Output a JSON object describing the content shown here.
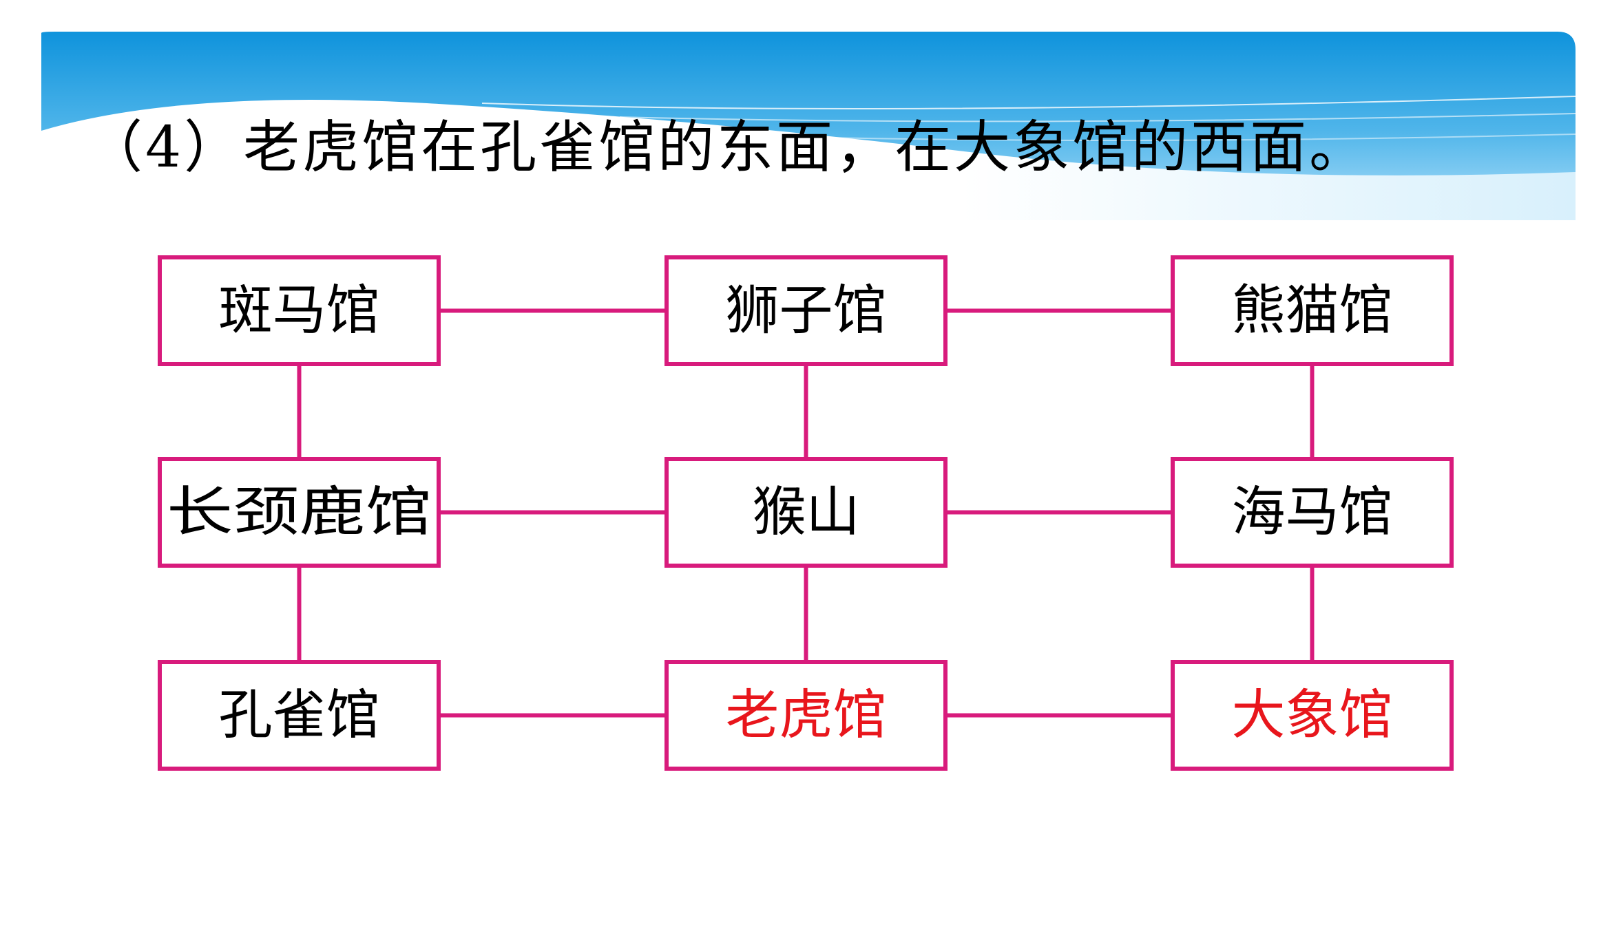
{
  "title": "（4）老虎馆在孔雀馆的东面，在大象馆的西面。",
  "colors": {
    "node_border": "#d81b7c",
    "edge": "#d81b7c",
    "label_default": "#000000",
    "label_highlight": "#e8161c",
    "banner_top": "#1298e0",
    "banner_bottom": "#9dd8f8"
  },
  "nodes": [
    {
      "id": "zebra",
      "label": "斑马馆",
      "row": 0,
      "col": 0,
      "highlight": false
    },
    {
      "id": "lion",
      "label": "狮子馆",
      "row": 0,
      "col": 1,
      "highlight": false
    },
    {
      "id": "panda",
      "label": "熊猫馆",
      "row": 0,
      "col": 2,
      "highlight": false
    },
    {
      "id": "giraffe",
      "label": "长颈鹿馆",
      "row": 1,
      "col": 0,
      "highlight": false
    },
    {
      "id": "monkey",
      "label": "猴山",
      "row": 1,
      "col": 1,
      "highlight": false
    },
    {
      "id": "seahorse",
      "label": "海马馆",
      "row": 1,
      "col": 2,
      "highlight": false
    },
    {
      "id": "peacock",
      "label": "孔雀馆",
      "row": 2,
      "col": 0,
      "highlight": false
    },
    {
      "id": "tiger",
      "label": "老虎馆",
      "row": 2,
      "col": 1,
      "highlight": true
    },
    {
      "id": "elephant",
      "label": "大象馆",
      "row": 2,
      "col": 2,
      "highlight": true
    }
  ],
  "edges": [
    [
      "zebra",
      "lion"
    ],
    [
      "lion",
      "panda"
    ],
    [
      "giraffe",
      "monkey"
    ],
    [
      "monkey",
      "seahorse"
    ],
    [
      "peacock",
      "tiger"
    ],
    [
      "tiger",
      "elephant"
    ],
    [
      "zebra",
      "giraffe"
    ],
    [
      "giraffe",
      "peacock"
    ],
    [
      "lion",
      "monkey"
    ],
    [
      "monkey",
      "tiger"
    ],
    [
      "panda",
      "seahorse"
    ],
    [
      "seahorse",
      "elephant"
    ]
  ]
}
